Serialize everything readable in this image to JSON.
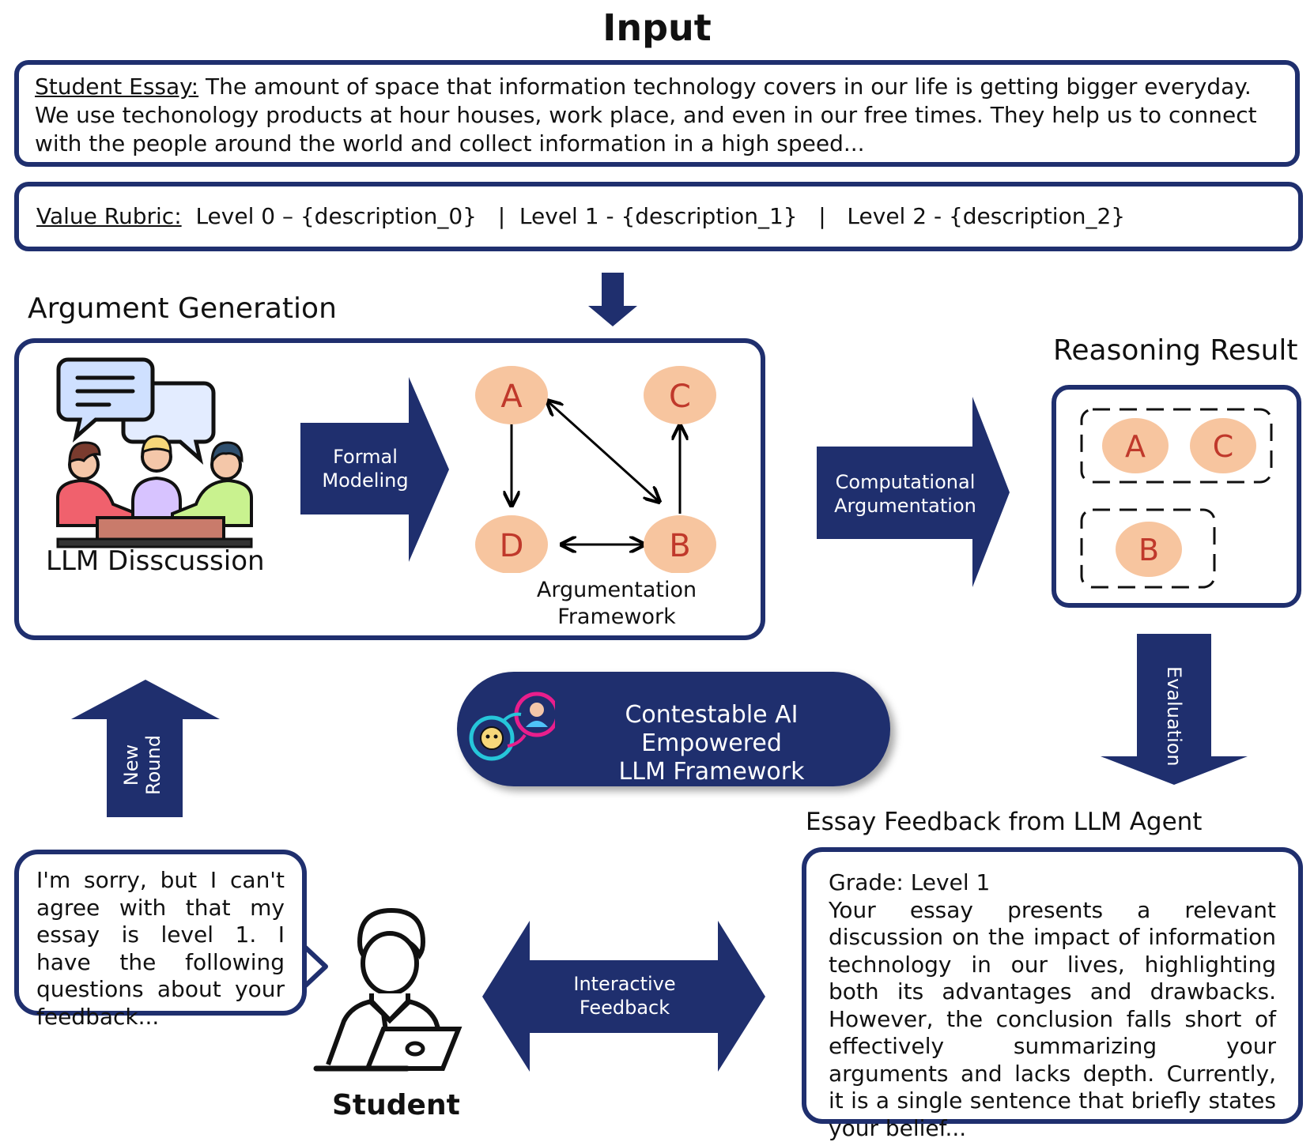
{
  "input_title": "Input",
  "essay": {
    "label": "Student Essay:",
    "text": " The amount of space that information technology covers in our life is getting bigger everyday. We use techonology products at hour houses, work place, and even in our free times. They help us to connect with the people around the world and collect information in a high speed..."
  },
  "rubric": {
    "label": "Value Rubric:",
    "text": "  Level 0 – {description_0}   |  Level 1 - {description_1}   |   Level 2 - {description_2}"
  },
  "argument_generation": {
    "title": "Argument Generation",
    "discussion_label": "LLM Disscussion",
    "formal_modeling": [
      "Formal",
      "Modeling"
    ],
    "framework_label": [
      "Argumentation",
      "Framework"
    ],
    "nodes": [
      "A",
      "C",
      "D",
      "B"
    ]
  },
  "computational_argumentation": [
    "Computational",
    "Argumentation"
  ],
  "reasoning": {
    "title": "Reasoning Result",
    "group1": [
      "A",
      "C"
    ],
    "group2": [
      "B"
    ]
  },
  "evaluation_label": "Evaluation",
  "center_pill": [
    "Contestable AI Empowered",
    "LLM Framework"
  ],
  "new_round": [
    "New",
    "Round"
  ],
  "feedback": {
    "title": "Essay Feedback from LLM Agent",
    "grade": "Grade: Level 1",
    "text": "Your essay presents a relevant discussion on the impact of information technology in our lives, highlighting both its advantages and drawbacks. However, the conclusion falls short of effectively summarizing your arguments and lacks depth. Currently, it is a single sentence that briefly states your belief..."
  },
  "student": {
    "speech": "I'm sorry, but I can't agree with that my essay is level 1. I have the following questions about your feedback...",
    "label": "Student"
  },
  "interactive_feedback": [
    "Interactive",
    "Feedback"
  ],
  "colors": {
    "navy": "#1f2f6e",
    "node_fill": "#f7c59f",
    "node_text": "#c0392b"
  }
}
